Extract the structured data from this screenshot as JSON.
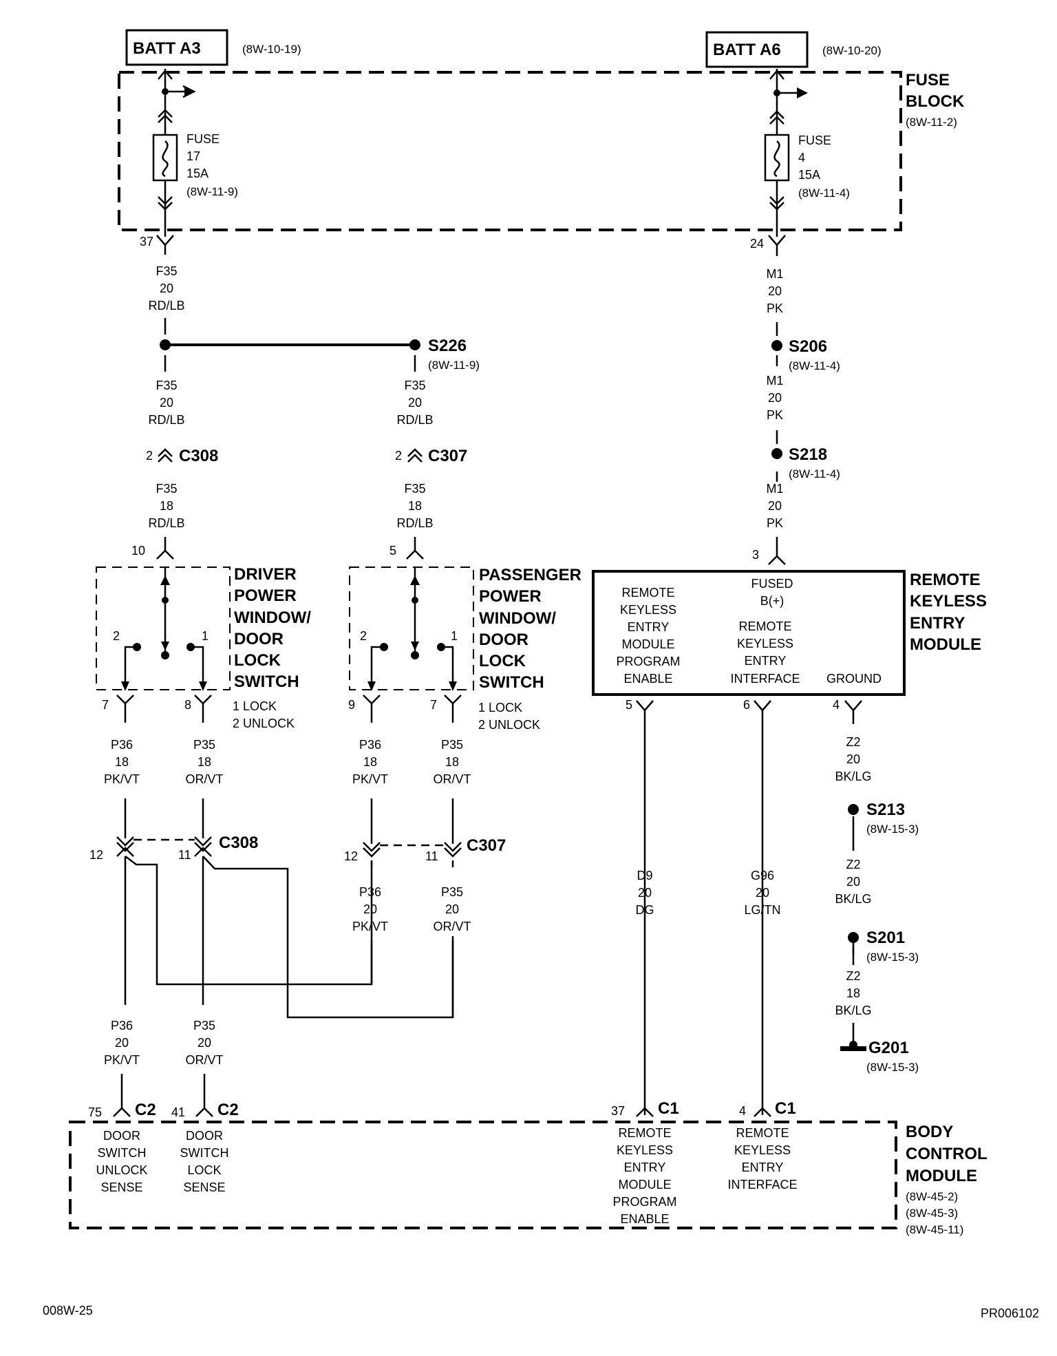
{
  "batt_left": {
    "label": "BATT A3",
    "ref": "(8W-10-19)"
  },
  "batt_right": {
    "label": "BATT A6",
    "ref": "(8W-10-20)"
  },
  "fuse_block": {
    "line1": "FUSE",
    "line2": "BLOCK",
    "ref": "(8W-11-2)"
  },
  "fuse17": {
    "l1": "FUSE",
    "l2": "17",
    "l3": "15A",
    "l4": "(8W-11-9)"
  },
  "fuse4": {
    "l1": "FUSE",
    "l2": "4",
    "l3": "15A",
    "l4": "(8W-11-4)"
  },
  "pins": {
    "p37": "37",
    "p24": "24",
    "p2a": "2",
    "p2b": "2",
    "p10": "10",
    "p5": "5",
    "p3": "3",
    "d7": "7",
    "d8": "8",
    "pa9": "9",
    "pa7": "7",
    "r5": "5",
    "r6": "6",
    "r4": "4",
    "c12a": "12",
    "c11a": "11",
    "c12b": "12",
    "c11b": "11",
    "b75": "75",
    "b41": "41",
    "b37": "37",
    "b4": "4",
    "sw2a": "2",
    "sw1a": "1",
    "sw2b": "2",
    "sw1b": "1"
  },
  "wires": {
    "f35a": [
      "F35",
      "20",
      "RD/LB"
    ],
    "f35b": [
      "F35",
      "20",
      "RD/LB"
    ],
    "f35c": [
      "F35",
      "20",
      "RD/LB"
    ],
    "f35d": [
      "F35",
      "18",
      "RD/LB"
    ],
    "f35e": [
      "F35",
      "18",
      "RD/LB"
    ],
    "m1a": [
      "M1",
      "20",
      "PK"
    ],
    "m1b": [
      "M1",
      "20",
      "PK"
    ],
    "m1c": [
      "M1",
      "20",
      "PK"
    ],
    "p36a": [
      "P36",
      "18",
      "PK/VT"
    ],
    "p35a": [
      "P35",
      "18",
      "OR/VT"
    ],
    "p36b": [
      "P36",
      "18",
      "PK/VT"
    ],
    "p35b": [
      "P35",
      "18",
      "OR/VT"
    ],
    "p36c": [
      "P36",
      "20",
      "PK/VT"
    ],
    "p35c": [
      "P35",
      "20",
      "OR/VT"
    ],
    "p36d": [
      "P36",
      "20",
      "PK/VT"
    ],
    "p35d": [
      "P35",
      "20",
      "OR/VT"
    ],
    "d9": [
      "D9",
      "20",
      "DG"
    ],
    "g96": [
      "G96",
      "20",
      "LG/TN"
    ],
    "z2a": [
      "Z2",
      "20",
      "BK/LG"
    ],
    "z2b": [
      "Z2",
      "20",
      "BK/LG"
    ],
    "z2c": [
      "Z2",
      "18",
      "BK/LG"
    ]
  },
  "splices": {
    "s226": {
      "label": "S226",
      "ref": "(8W-11-9)"
    },
    "s206": {
      "label": "S206",
      "ref": "(8W-11-4)"
    },
    "s218": {
      "label": "S218",
      "ref": "(8W-11-4)"
    },
    "s213": {
      "label": "S213",
      "ref": "(8W-15-3)"
    },
    "s201": {
      "label": "S201",
      "ref": "(8W-15-3)"
    }
  },
  "ground": {
    "label": "G201",
    "ref": "(8W-15-3)"
  },
  "connectors": {
    "c308a": "C308",
    "c307a": "C307",
    "c308b": "C308",
    "c307b": "C307",
    "c2a": "C2",
    "c2b": "C2",
    "c1a": "C1",
    "c1b": "C1"
  },
  "driver_switch": {
    "lines": [
      "DRIVER",
      "POWER",
      "WINDOW/",
      "DOOR",
      "LOCK",
      "SWITCH"
    ],
    "legend": [
      "1 LOCK",
      "2 UNLOCK"
    ]
  },
  "passenger_switch": {
    "lines": [
      "PASSENGER",
      "POWER",
      "WINDOW/",
      "DOOR",
      "LOCK",
      "SWITCH"
    ],
    "legend": [
      "1 LOCK",
      "2 UNLOCK"
    ]
  },
  "rke": {
    "title": [
      "REMOTE",
      "KEYLESS",
      "ENTRY",
      "MODULE"
    ],
    "col1": [
      "REMOTE",
      "KEYLESS",
      "ENTRY",
      "MODULE",
      "PROGRAM",
      "ENABLE"
    ],
    "col2a": [
      "FUSED",
      "B(+)"
    ],
    "col2b": [
      "REMOTE",
      "KEYLESS",
      "ENTRY",
      "INTERFACE"
    ],
    "col3": [
      "GROUND"
    ]
  },
  "bcm": {
    "title": [
      "BODY",
      "CONTROL",
      "MODULE"
    ],
    "refs": [
      "(8W-45-2)",
      "(8W-45-3)",
      "(8W-45-11)"
    ],
    "c1": [
      "DOOR",
      "SWITCH",
      "UNLOCK",
      "SENSE"
    ],
    "c2": [
      "DOOR",
      "SWITCH",
      "LOCK",
      "SENSE"
    ],
    "c3": [
      "REMOTE",
      "KEYLESS",
      "ENTRY",
      "MODULE",
      "PROGRAM",
      "ENABLE"
    ],
    "c4": [
      "REMOTE",
      "KEYLESS",
      "ENTRY",
      "INTERFACE"
    ]
  },
  "footer": {
    "left": "008W-25",
    "right": "PR006102"
  }
}
